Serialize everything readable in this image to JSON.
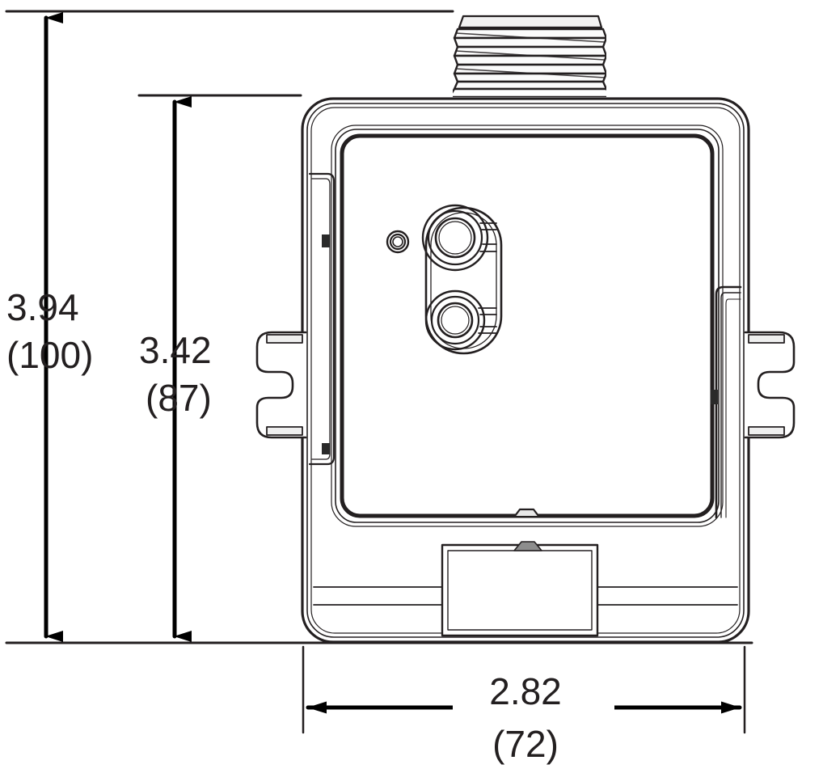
{
  "drawing": {
    "type": "engineering-dimensioned-orthographic-view",
    "subject": "enclosure-front-view-with-threaded-conduit-nipple",
    "units_note": "imperial inches with millimeters in parentheses",
    "line_color": "#231f20",
    "background_color": "#ffffff"
  },
  "dimensions": {
    "overall_height": {
      "name": "overall-height-dimension",
      "primary": "3.94",
      "secondary": "(100)",
      "orientation": "vertical",
      "inches": 3.94,
      "millimeters": 100
    },
    "body_height": {
      "name": "body-height-dimension",
      "primary": "3.42",
      "secondary": "(87)",
      "orientation": "vertical",
      "inches": 3.42,
      "millimeters": 87
    },
    "overall_width": {
      "name": "overall-width-dimension",
      "primary": "2.82",
      "secondary": "(72)",
      "orientation": "horizontal",
      "inches": 2.82,
      "millimeters": 72
    }
  },
  "features": {
    "conduit_nipple": "threaded-conduit-nipple",
    "faceplate": "front-faceplate",
    "sensor_housing": "dual-lens-sensor-housing",
    "lens_upper": "upper-lens",
    "lens_lower": "lower-lens",
    "indicator": "led-indicator",
    "bracket_left": "left-mounting-bracket",
    "bracket_right": "right-mounting-bracket",
    "label_window": "bottom-label-window",
    "latch_tab": "faceplate-latch-tab"
  }
}
